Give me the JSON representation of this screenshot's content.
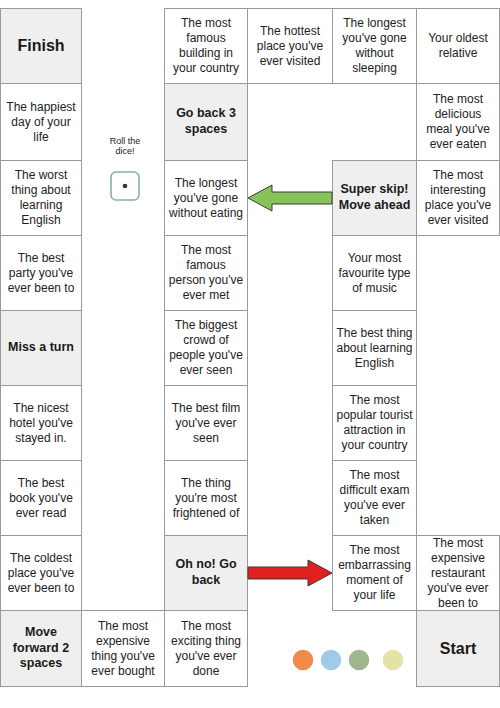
{
  "diagram": {
    "nodes": [
      {
        "text": [
          "Finish"
        ]
      },
      {
        "text": [
          "The most famous building in your country"
        ]
      },
      {
        "text": [
          "The hottest place you've ever visited"
        ]
      },
      {
        "text": [
          "The longest you've gone without sleeping"
        ]
      },
      {
        "text": [
          "Your oldest relative"
        ]
      },
      {
        "text": [
          "The happiest day of your life"
        ]
      },
      {
        "text": [
          "Go back 3 spaces"
        ]
      },
      {
        "text": [
          "The most delicious meal you've ever eaten"
        ]
      },
      {
        "text": [
          "The worst thing about learning English"
        ]
      },
      {
        "text": [
          "The longest you've gone without eating"
        ]
      },
      {
        "text": [
          "Super skip! Move ahead"
        ]
      },
      {
        "text": [
          "The most interesting place you've ever visited"
        ]
      },
      {
        "text": [
          "The best party you've ever been to"
        ]
      },
      {
        "text": [
          "The most famous person you've ever met"
        ]
      },
      {
        "text": [
          "Your most favourite type of music"
        ]
      },
      {
        "text": [
          "Miss a turn"
        ]
      },
      {
        "text": [
          "The biggest crowd of people you've ever seen"
        ]
      },
      {
        "text": [
          "The best thing about learning English"
        ]
      },
      {
        "text": [
          "The nicest hotel you've stayed in."
        ]
      },
      {
        "text": [
          "The best film you've ever seen"
        ]
      },
      {
        "text": [
          "The most popular tourist attraction in your country"
        ]
      },
      {
        "text": [
          "The best book you've ever read"
        ]
      },
      {
        "text": [
          "The thing you're most frightened of"
        ]
      },
      {
        "text": [
          "The most difficult exam you've ever taken"
        ]
      },
      {
        "text": [
          "The coldest place you've ever been to"
        ]
      },
      {
        "text": [
          "Oh no! Go back"
        ]
      },
      {
        "text": [
          "The most embarrassing moment of your life"
        ]
      },
      {
        "text": [
          "The most expensive restaurant you've ever been to"
        ]
      },
      {
        "text": [
          "Move forward 2 spaces"
        ]
      },
      {
        "text": [
          "The most expensive thing you've ever bought"
        ]
      },
      {
        "text": [
          "The most exciting thing you've ever done"
        ]
      },
      {
        "text": [
          "Start"
        ]
      }
    ],
    "edges": [
      {
        "from": 10,
        "to": 9,
        "arrow": "to"
      },
      {
        "from": 25,
        "to": 26,
        "arrow": "to"
      }
    ],
    "labels": [
      "Roll the dice!"
    ]
  }
}
